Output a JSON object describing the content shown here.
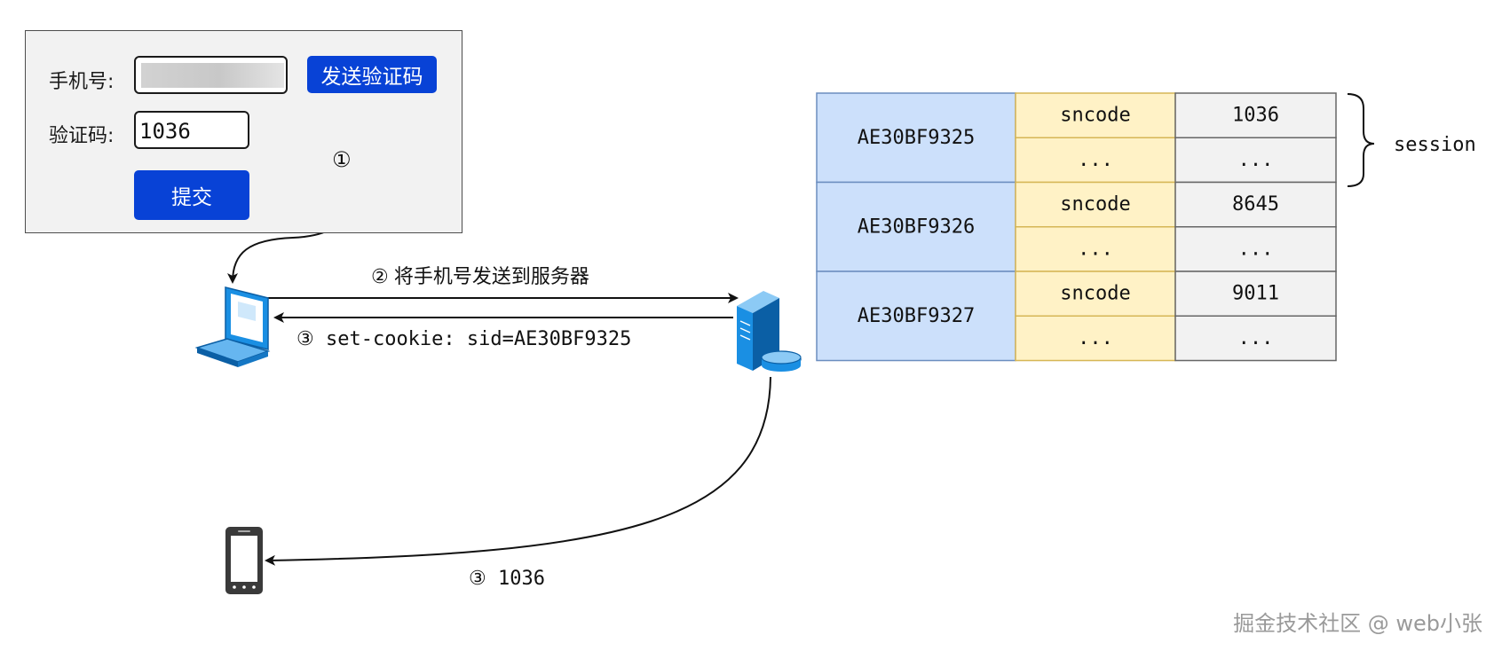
{
  "form": {
    "phone_label": "手机号:",
    "code_label": "验证码:",
    "code_value": "1036",
    "send_button": "发送验证码",
    "submit_button": "提交"
  },
  "steps": {
    "step1": "①",
    "step2": "② 将手机号发送到服务器",
    "step3_cookie": "③ set-cookie: sid=AE30BF9325",
    "step3_sms": "③ 1036"
  },
  "session_table": {
    "label": "session",
    "rows": [
      {
        "sid": "AE30BF9325",
        "key": "sncode",
        "value": "1036",
        "more_key": "...",
        "more_value": "..."
      },
      {
        "sid": "AE30BF9326",
        "key": "sncode",
        "value": "8645",
        "more_key": "...",
        "more_value": "..."
      },
      {
        "sid": "AE30BF9327",
        "key": "sncode",
        "value": "9011",
        "more_key": "...",
        "more_value": "..."
      }
    ]
  },
  "watermark": "掘金技术社区 @ web小张",
  "colors": {
    "button_blue": "#0842d6",
    "sid_cell": "#cce0fb",
    "sid_border": "#6c8ebf",
    "key_cell": "#fff2c6",
    "key_border": "#d6b656",
    "value_cell": "#f2f2f2",
    "value_border": "#666666"
  },
  "icons": [
    "laptop-icon",
    "server-icon",
    "mobile-phone-icon"
  ]
}
